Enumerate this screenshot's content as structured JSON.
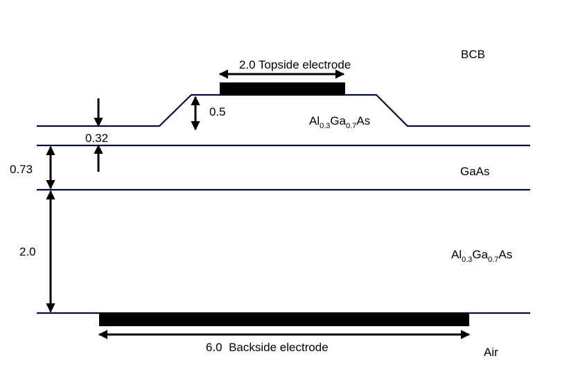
{
  "diagram": {
    "colors": {
      "layer_line": "#000e3a",
      "arrow": "#000000",
      "electrode": "#000000",
      "background": "#ffffff"
    },
    "region_labels": {
      "bcb": "BCB",
      "gaas": "GaAs",
      "air": "Air"
    },
    "material_labels": {
      "ridge_layer": {
        "base1": "Al",
        "sub1": "0.3",
        "base2": "Ga",
        "sub2": "0.7",
        "tail": "As"
      },
      "lower_cladding": {
        "base1": "Al",
        "sub1": "0.3",
        "base2": "Ga",
        "sub2": "0.7",
        "tail": "As"
      }
    },
    "dimensions": {
      "topside_electrode": "2.0 Topside electrode",
      "ridge_height": "0.5",
      "upper_cladding_thickness": "0.32",
      "gaas_thickness": "0.73",
      "lower_cladding_thickness": "2.0",
      "backside_electrode": "6.0  Backside electrode"
    }
  }
}
